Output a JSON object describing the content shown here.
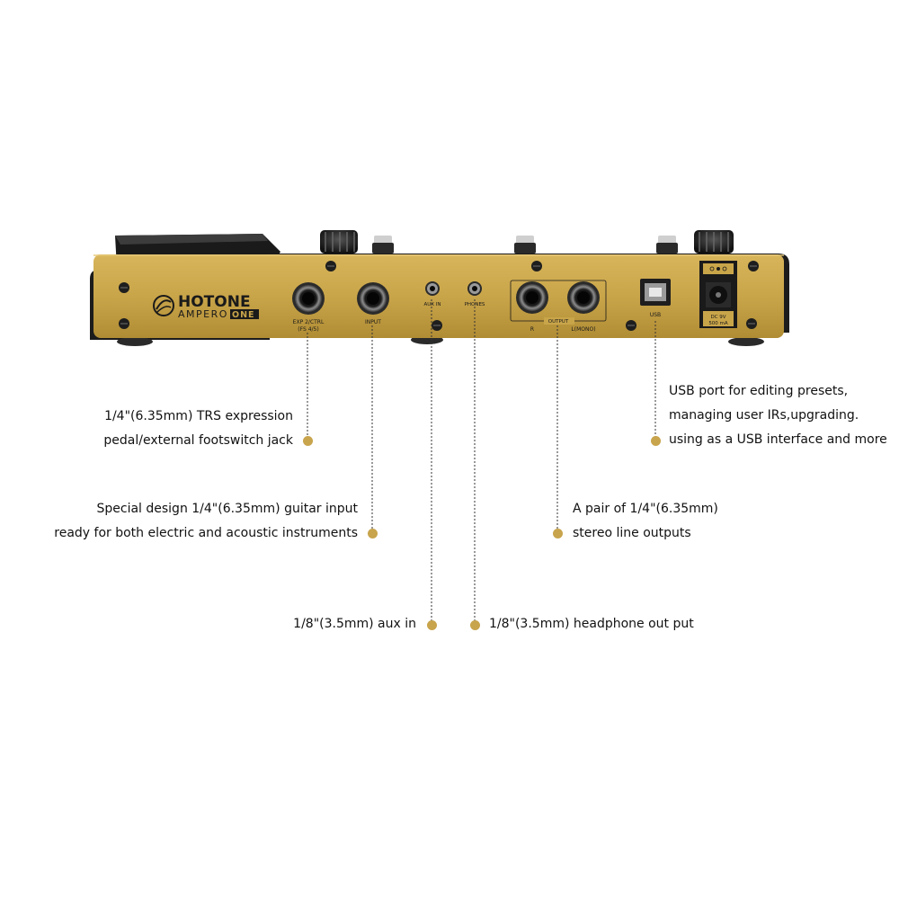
{
  "brand": {
    "name": "HOTONE",
    "model_prefix": "AMPERO",
    "model_suffix": "ONE"
  },
  "panel_labels": {
    "exp_ctrl": "EXP 2/CTRL",
    "exp_ctrl_sub": "(FS 4/5)",
    "input": "INPUT",
    "aux_in": "AUX IN",
    "phones": "PHONES",
    "output": "OUTPUT",
    "out_r": "R",
    "out_l": "L(MONO)",
    "usb": "USB",
    "dc_line1": "DC 9V",
    "dc_line2": "500 mA"
  },
  "callouts": {
    "exp": {
      "line1": "1/4\"(6.35mm) TRS expression",
      "line2": "pedal/external footswitch jack"
    },
    "input": {
      "line1": "Special design 1/4\"(6.35mm) guitar input",
      "line2": "ready for both electric and acoustic instruments"
    },
    "aux": {
      "line1": "1/8\"(3.5mm) aux in"
    },
    "phones": {
      "line1": "1/8\"(3.5mm) headphone out put"
    },
    "output": {
      "line1": "A pair of 1/4\"(6.35mm)",
      "line2": "stereo line outputs"
    },
    "usb": {
      "line1": "USB port for editing presets,",
      "line2": "managing user IRs,upgrading.",
      "line3": "using as a USB interface and more"
    }
  },
  "colors": {
    "panel_gold": "#c9a54a",
    "dot_gold": "#c8a44c",
    "chassis": "#1c1c1c"
  }
}
